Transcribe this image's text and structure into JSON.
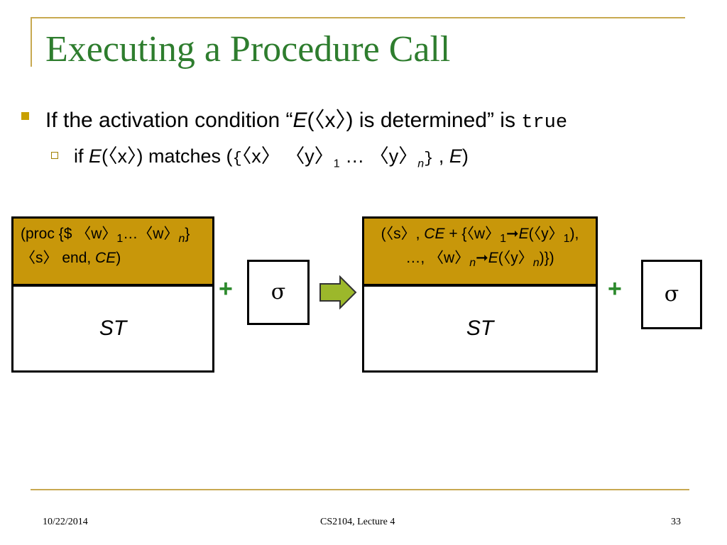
{
  "slide": {
    "title": "Executing a Procedure Call",
    "bullet1": {
      "text_a": "If the activation condition “",
      "E": "E",
      "arg": "(〈x〉)",
      "text_b": " is determined” is ",
      "code": "true"
    },
    "bullet2": {
      "text_a": "if ",
      "E": "E",
      "arg": "(〈x〉)",
      "text_b": " matches (",
      "brace_open": "{",
      "seq1": "〈x〉 〈y〉",
      "sub1": "1",
      "dots": " … 〈y〉",
      "subn": "n",
      "brace_close": "}",
      "comma": " , ",
      "E2": "E",
      "close": ")"
    },
    "left_frame": {
      "line1_a": "(proc {$ 〈w〉",
      "line1_sub1": "1",
      "line1_b": "…〈w〉",
      "line1_subn": "n",
      "line1_c": "}",
      "line2_a": "〈s〉 end, ",
      "line2_ce": "CE",
      "line2_b": ")",
      "st": "ST"
    },
    "right_frame": {
      "line1_a": "(〈s〉, ",
      "line1_ce": "CE",
      "line1_b": " + {〈w〉",
      "line1_sub1": "1",
      "line1_arrow": "➞",
      "line1_E": "E",
      "line1_c": "(〈y〉",
      "line1_sub2": "1",
      "line1_d": "),",
      "line2_a": "…, 〈w〉",
      "line2_subn": "n",
      "line2_arrow": "➞",
      "line2_E": "E",
      "line2_b": "(〈y〉",
      "line2_subn2": "n",
      "line2_c": ")})",
      "st": "ST"
    },
    "plus": "+",
    "sigma": "σ"
  },
  "footer": {
    "date": "10/22/2014",
    "course": "CS2104, Lecture 4",
    "page": "33"
  }
}
